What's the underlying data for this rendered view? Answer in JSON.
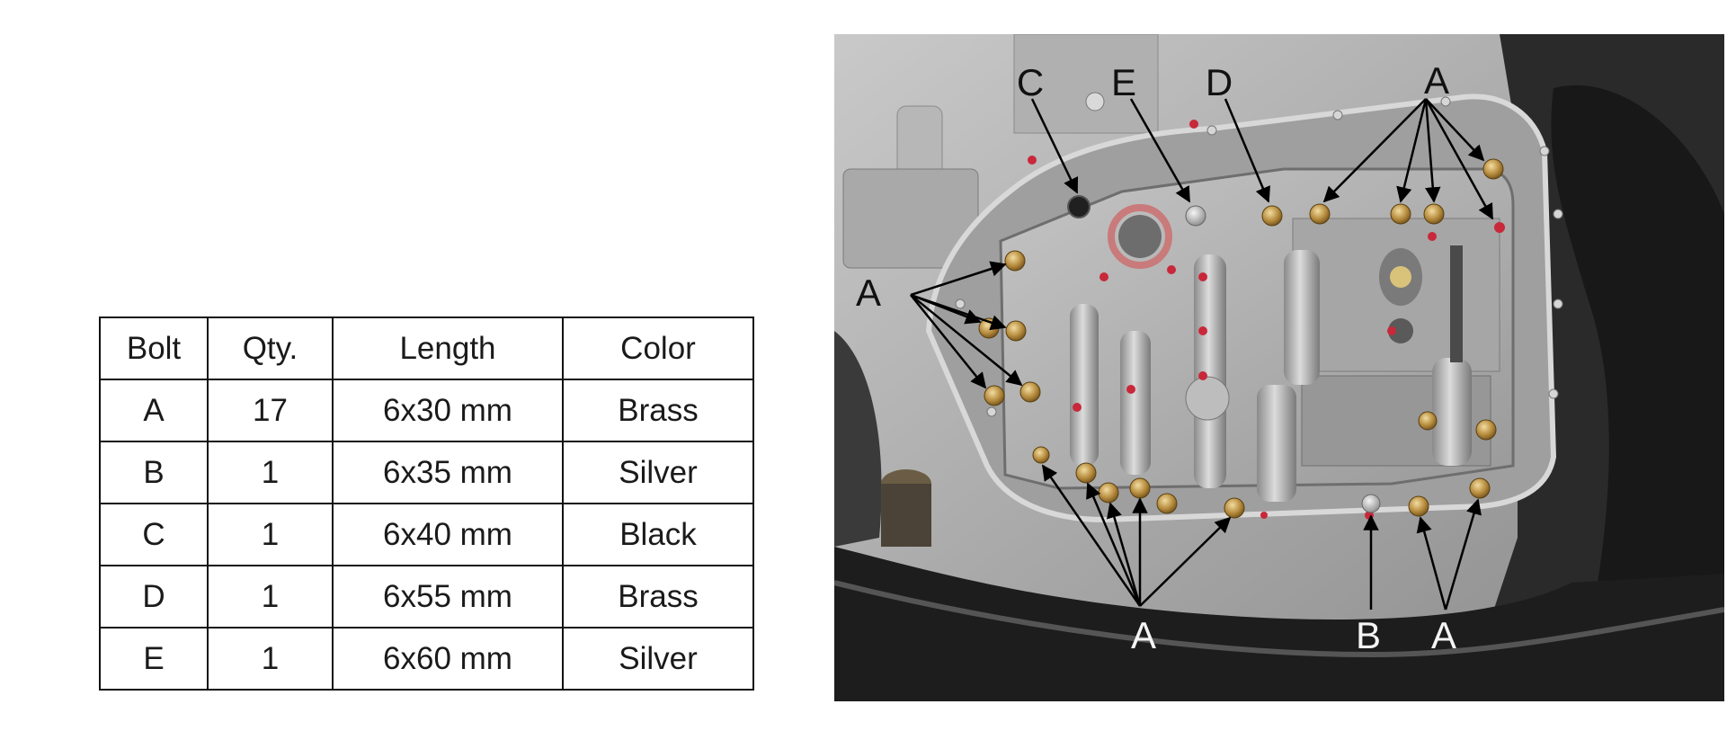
{
  "table": {
    "headers": [
      "Bolt",
      "Qty.",
      "Length",
      "Color"
    ],
    "rows": [
      [
        "A",
        "17",
        "6x30 mm",
        "Brass"
      ],
      [
        "B",
        "1",
        "6x35 mm",
        "Silver"
      ],
      [
        "C",
        "1",
        "6x40 mm",
        "Black"
      ],
      [
        "D",
        "1",
        "6x55 mm",
        "Brass"
      ],
      [
        "E",
        "1",
        "6x60 mm",
        "Silver"
      ]
    ]
  },
  "photo": {
    "labels": {
      "c": "C",
      "e": "E",
      "d": "D",
      "a_top": "A",
      "a_left": "A",
      "a_bottom": "A",
      "b_bottom": "B",
      "a_bottom_right": "A"
    }
  }
}
